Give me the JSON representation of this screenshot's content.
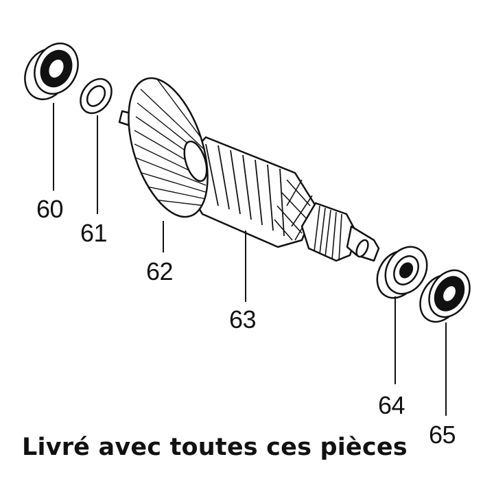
{
  "diagram": {
    "parts": [
      {
        "id": "60",
        "label": "60",
        "name": "bearing"
      },
      {
        "id": "61",
        "label": "61",
        "name": "washer"
      },
      {
        "id": "62",
        "label": "62",
        "name": "fan-baffle"
      },
      {
        "id": "63",
        "label": "63",
        "name": "armature"
      },
      {
        "id": "64",
        "label": "64",
        "name": "bearing"
      },
      {
        "id": "65",
        "label": "65",
        "name": "bearing"
      }
    ],
    "caption": "Livré avec toutes ces pièces"
  }
}
